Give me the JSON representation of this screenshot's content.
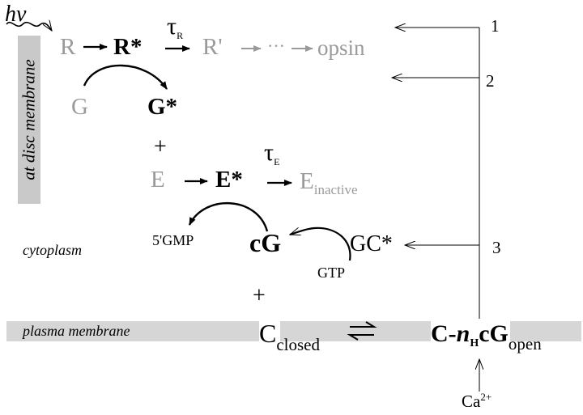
{
  "colors": {
    "inactive_species": "#9a9a9a",
    "active_species": "#000000",
    "membrane_band": "#d6d6d6"
  },
  "light": {
    "label": "hν"
  },
  "disc_membrane_label": "at disc membrane",
  "cytoplasm_label": "cytoplasm",
  "plasma_membrane_label": "plasma membrane",
  "rhodopsin_row": {
    "R": "R",
    "R_star": "R*",
    "tau": "τ",
    "tau_sub": "R",
    "R_prime": "R'",
    "ellipsis": "···",
    "opsin": "opsin"
  },
  "gprotein_row": {
    "G": "G",
    "G_star": "G*"
  },
  "plus1": "+",
  "pde_row": {
    "E": "E",
    "E_star": "E*",
    "tau": "τ",
    "tau_sub": "E",
    "E_inactive_main": "E",
    "E_inactive_sub": "inactive"
  },
  "cgmp_row": {
    "product": "5'GMP",
    "cG": "cG",
    "GC_star": "GC*",
    "GTP": "GTP"
  },
  "plus2": "+",
  "channel_row": {
    "C": "C",
    "closed": "closed",
    "C_open_prefix": "C-",
    "n": "n",
    "n_sub": "H",
    "cG": "cG",
    "open": "open"
  },
  "calcium": {
    "base": "Ca",
    "sup": "2+"
  },
  "feedback_labels": [
    "1",
    "2",
    "3"
  ]
}
